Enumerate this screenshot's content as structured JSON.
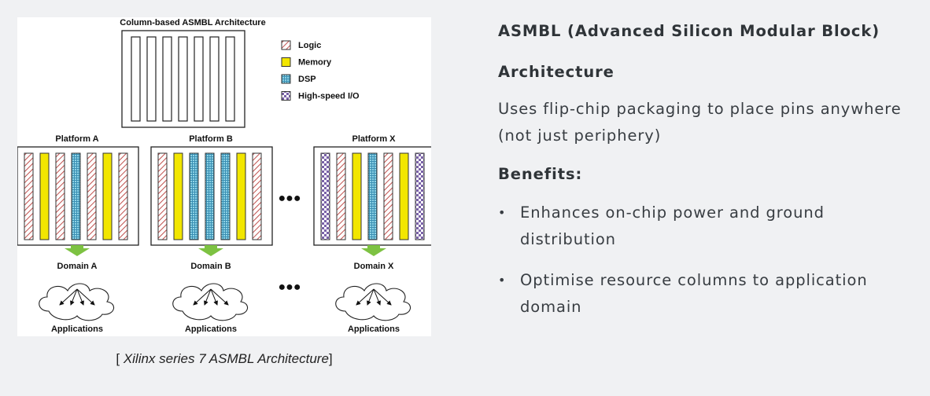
{
  "figure": {
    "title": "Column-based  ASMBL Architecture",
    "legend": [
      {
        "label": "Logic",
        "pattern": "logic"
      },
      {
        "label": "Memory",
        "pattern": "memory"
      },
      {
        "label": "DSP",
        "pattern": "dsp"
      },
      {
        "label": "High-speed I/O",
        "pattern": "io"
      }
    ],
    "platforms": [
      {
        "label": "Platform A",
        "domain": "Domain A",
        "apps": "Applications",
        "columns": [
          "logic",
          "memory",
          "logic",
          "dsp",
          "logic",
          "memory",
          "logic"
        ]
      },
      {
        "label": "Platform B",
        "domain": "Domain B",
        "apps": "Applications",
        "columns": [
          "logic",
          "memory",
          "dsp",
          "dsp",
          "dsp",
          "memory",
          "logic"
        ]
      },
      {
        "label": "Platform X",
        "domain": "Domain X",
        "apps": "Applications",
        "columns": [
          "io",
          "logic",
          "memory",
          "dsp",
          "logic",
          "memory",
          "io"
        ]
      }
    ],
    "ellipsis": "●●●",
    "colors": {
      "logic_stroke": "#c0504d",
      "memory_fill": "#f2e600",
      "dsp_fill": "#8ed3e6",
      "io_fill": "#7a62a8",
      "arrow": "#7dc242"
    }
  },
  "caption": {
    "open": "[ ",
    "italic": "Xilinx series 7 ASMBL Architecture",
    "close": "]"
  },
  "panel": {
    "heading": "ASMBL (Advanced Silicon Modular Block)",
    "subheading": "Architecture",
    "description": "Uses flip-chip packaging to place pins anywhere (not just periphery)",
    "benefits_heading": "Benefits:",
    "bullet": "•",
    "benefits": [
      "Enhances on-chip power and ground distribution",
      "Optimise resource columns to application domain"
    ]
  }
}
